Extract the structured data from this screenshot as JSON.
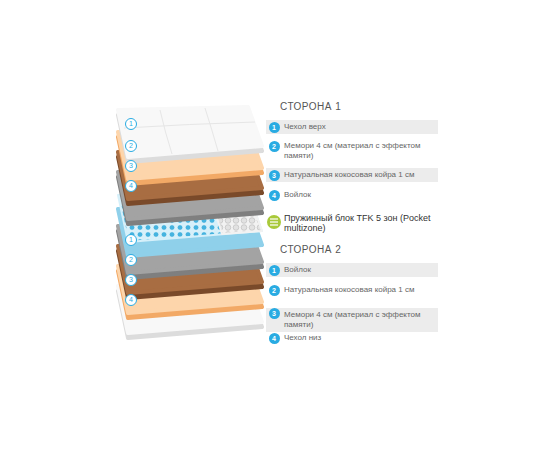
{
  "diagram": {
    "nodes": [
      {
        "text": [
          "Чехол верх"
        ]
      },
      {
        "text": [
          "Натуральная кокосовая койра 1 см"
        ]
      },
      {
        "text": [
          "Войлок"
        ]
      },
      {
        "text": [
          "Мемори 4 см (материал с эффектом памяти)"
        ]
      }
    ],
    "labels": [
      "1",
      "2",
      "3",
      "4",
      "1",
      "2",
      "3",
      "4",
      "СТОРОНА 1",
      "1",
      "2",
      "Мемори 4 см (материал с эффектом памяти)",
      "3",
      "4",
      "Войлок",
      "Пружинный блок TFK 5 зон (Pocket multizone)",
      "СТОРОНА 2",
      "1",
      "2",
      "Натуральная кокосовая койра 1 см",
      "3",
      "4",
      "Чехол низ"
    ]
  }
}
